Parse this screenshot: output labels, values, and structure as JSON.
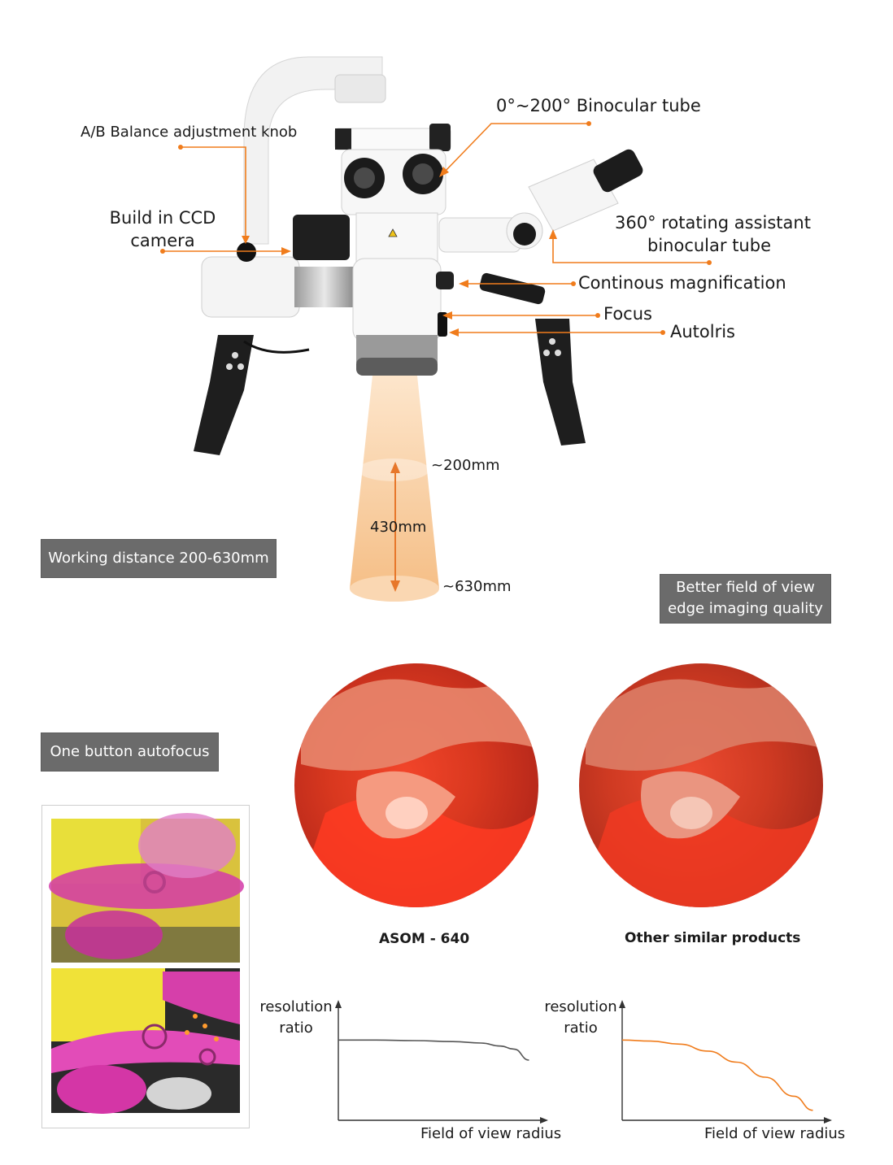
{
  "callouts": {
    "balance_knob": "A/B Balance adjustment knob",
    "ccd_camera_line1": "Build in CCD",
    "ccd_camera_line2": "camera",
    "binocular_tube": "0°~200° Binocular tube",
    "assistant_tube_line1": "360° rotating assistant",
    "assistant_tube_line2": "binocular tube",
    "magnification": "Continous magnification",
    "focus": "Focus",
    "autoiris": "Autolris"
  },
  "beam": {
    "near_label": "~200mm",
    "mid_label": "430mm",
    "far_label": "~630mm"
  },
  "boxes": {
    "working_distance": "Working distance 200-630mm",
    "field_of_view_line1": "Better field of view",
    "field_of_view_line2": "edge imaging quality",
    "autofocus": "One button autofocus"
  },
  "comparison": {
    "left_caption": "ASOM - 640",
    "right_caption": "Other similar products"
  },
  "colors": {
    "accent": "#f07c1c",
    "box_gray": "#6b6b6b",
    "beam": "#f6c796"
  },
  "chart_data": [
    {
      "type": "line",
      "ylabel_line1": "resolution",
      "ylabel_line2": "ratio",
      "xlabel": "Field of view radius",
      "color": "#555555",
      "x": [
        0,
        0.2,
        0.4,
        0.6,
        0.75,
        0.85,
        0.92,
        1.0
      ],
      "y": [
        0.8,
        0.8,
        0.795,
        0.785,
        0.77,
        0.74,
        0.71,
        0.6
      ],
      "xlim": [
        0,
        1.1
      ],
      "ylim": [
        0,
        1.2
      ]
    },
    {
      "type": "line",
      "ylabel_line1": "resolution",
      "ylabel_line2": "ratio",
      "xlabel": "Field of view radius",
      "color": "#f07c1c",
      "x": [
        0,
        0.15,
        0.3,
        0.45,
        0.6,
        0.75,
        0.9,
        1.0
      ],
      "y": [
        0.8,
        0.79,
        0.76,
        0.69,
        0.58,
        0.43,
        0.24,
        0.1
      ],
      "xlim": [
        0,
        1.1
      ],
      "ylim": [
        0,
        1.2
      ]
    }
  ]
}
